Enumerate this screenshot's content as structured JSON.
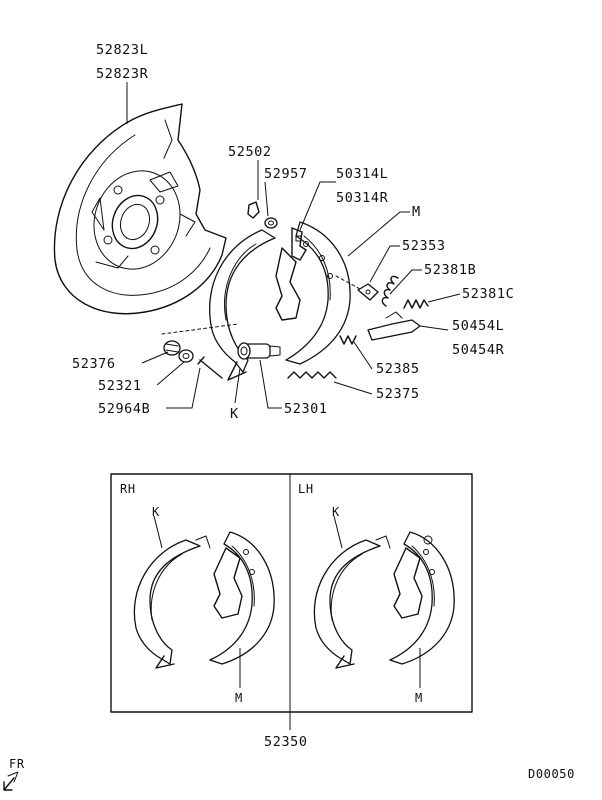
{
  "labels": {
    "p52823L": "52823L",
    "p52823R": "52823R",
    "p52502": "52502",
    "p52957": "52957",
    "p50314L": "50314L",
    "p50314R": "50314R",
    "pM_top": "M",
    "p52353": "52353",
    "p52381B": "52381B",
    "p52381C": "52381C",
    "p50454L": "50454L",
    "p50454R": "50454R",
    "p52385": "52385",
    "p52375": "52375",
    "p52376": "52376",
    "p52321": "52321",
    "p52964B": "52964B",
    "pK_top": "K",
    "p52301": "52301"
  },
  "kit_box": {
    "rh_label": "RH",
    "lh_label": "LH",
    "rh_k": "K",
    "rh_m": "M",
    "lh_k": "K",
    "lh_m": "M",
    "kit_number": "52350"
  },
  "footer": {
    "fr_label": "FR",
    "diagram_code": "D00050"
  }
}
